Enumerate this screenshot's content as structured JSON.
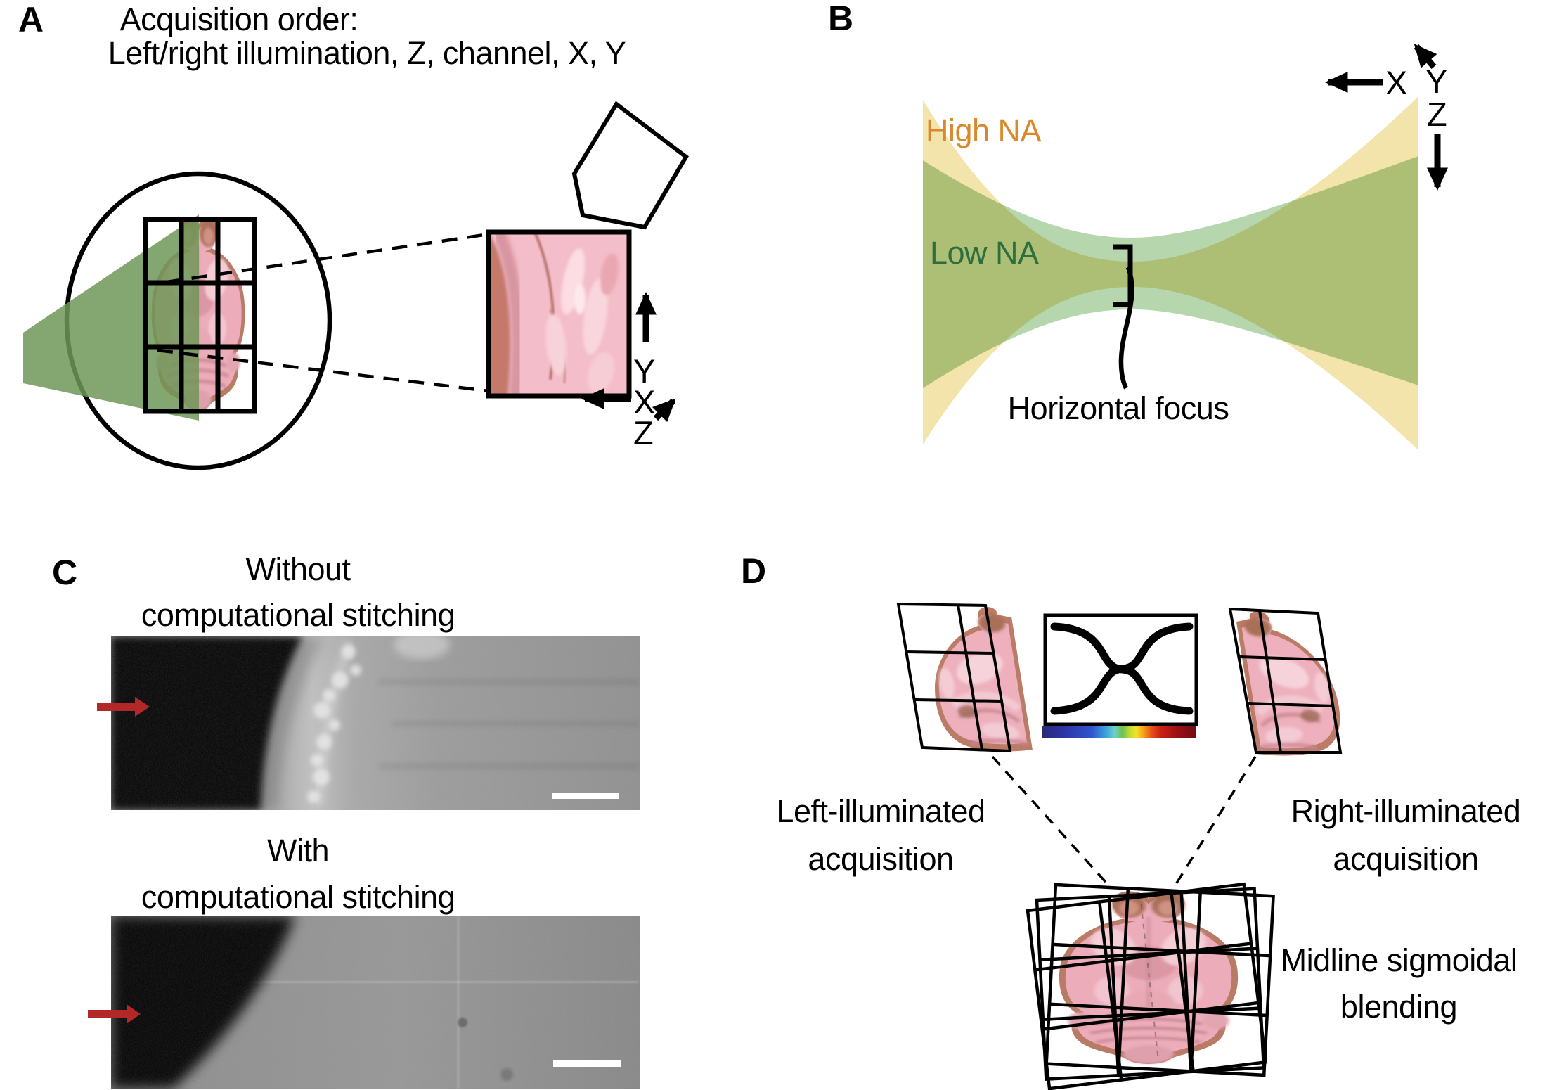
{
  "panel_a": {
    "label": "A",
    "title_line1": "Acquisition order:",
    "title_line2": "Left/right illumination, Z, channel, X, Y",
    "axis": {
      "y": "Y",
      "x": "X",
      "z": "Z"
    }
  },
  "panel_b": {
    "label": "B",
    "high_na_label": "High NA",
    "low_na_label": "Low NA",
    "horizontal_focus_label": "Horizontal focus",
    "axis": {
      "x": "X",
      "y": "Y",
      "z": "Z"
    },
    "colors": {
      "high_na_beam": "#f2e4ab",
      "low_na_beam": "#b6d6ae",
      "high_na_text": "#d9882a",
      "low_na_text": "#2d6e3f"
    }
  },
  "panel_c": {
    "label": "C",
    "without_title_line1": "Without",
    "without_title_line2": "computational stitching",
    "with_title_line1": "With",
    "with_title_line2": "computational stitching",
    "arrow_color": "#b22828",
    "scale_bar_color": "#ffffff"
  },
  "panel_d": {
    "label": "D",
    "left_caption_line1": "Left-illuminated",
    "left_caption_line2": "acquisition",
    "right_caption_line1": "Right-illuminated",
    "right_caption_line2": "acquisition",
    "blend_caption_line1": "Midline sigmoidal",
    "blend_caption_line2": "blending",
    "colorbar": {
      "type": "jet",
      "left_color": "#2a2a78",
      "right_color": "#6f0d12"
    },
    "sheet_green": "#6f9657"
  }
}
